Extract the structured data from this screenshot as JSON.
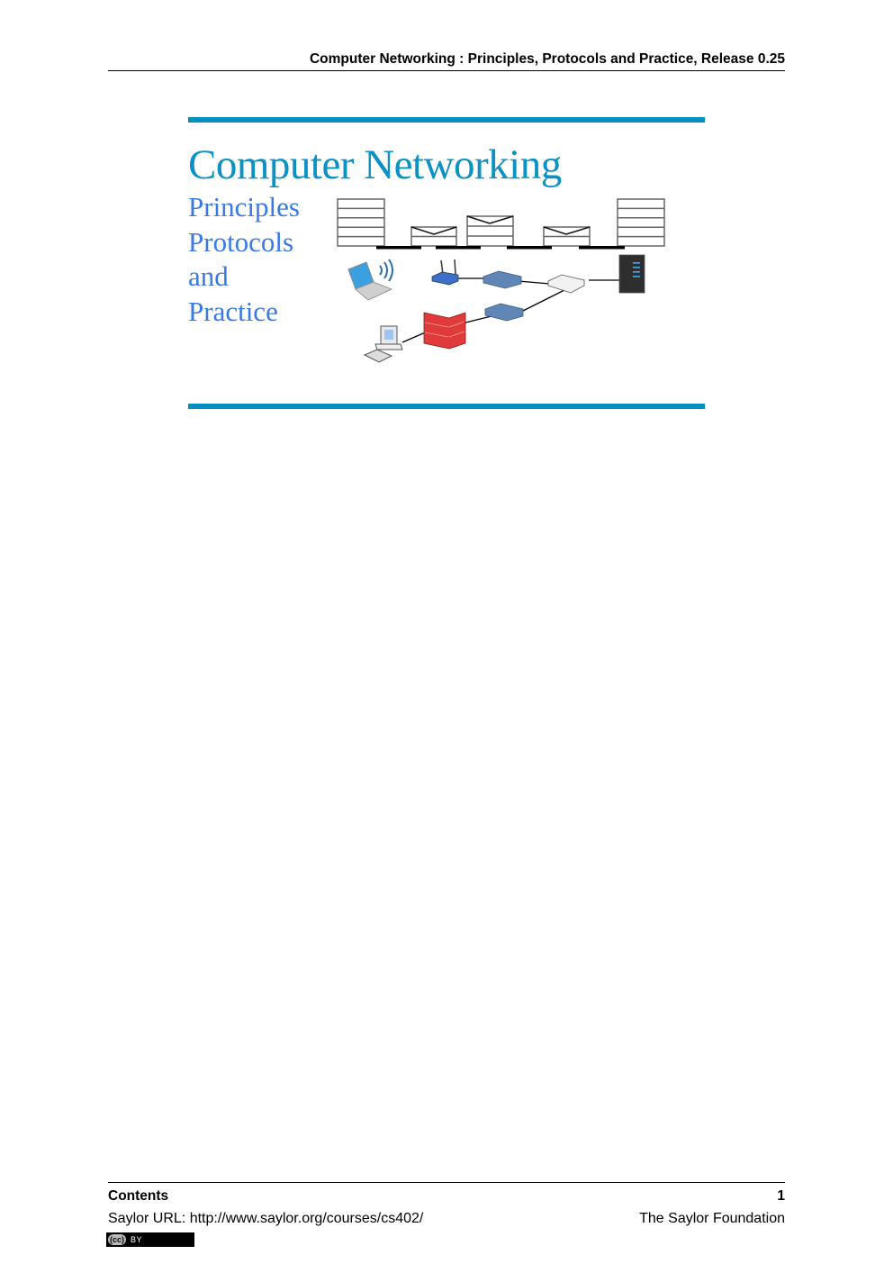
{
  "header": {
    "running_title": "Computer Networking : Principles, Protocols and Practice, Release 0.25"
  },
  "cover": {
    "title": "Computer Networking",
    "subtitle_lines": [
      "Principles",
      "Protocols",
      "and",
      "Practice"
    ],
    "accent_color": "#0090c0",
    "title_color": "#0b91c3",
    "subtitle_color": "#3a78e6",
    "diagram": {
      "protocol_stacks": [
        "left-host-stack",
        "right-host-stack"
      ],
      "packets": [
        "envelope",
        "envelope",
        "envelope"
      ],
      "devices": [
        "laptop",
        "wireless-router",
        "switch",
        "switch",
        "hub",
        "server",
        "firewall",
        "desktop-computer"
      ]
    }
  },
  "footer": {
    "section": "Contents",
    "page_number": "1",
    "url_text": "Saylor URL: http://www.saylor.org/courses/cs402/",
    "publisher": "The Saylor Foundation",
    "license": {
      "cc": "(cc)",
      "by": "BY"
    }
  }
}
